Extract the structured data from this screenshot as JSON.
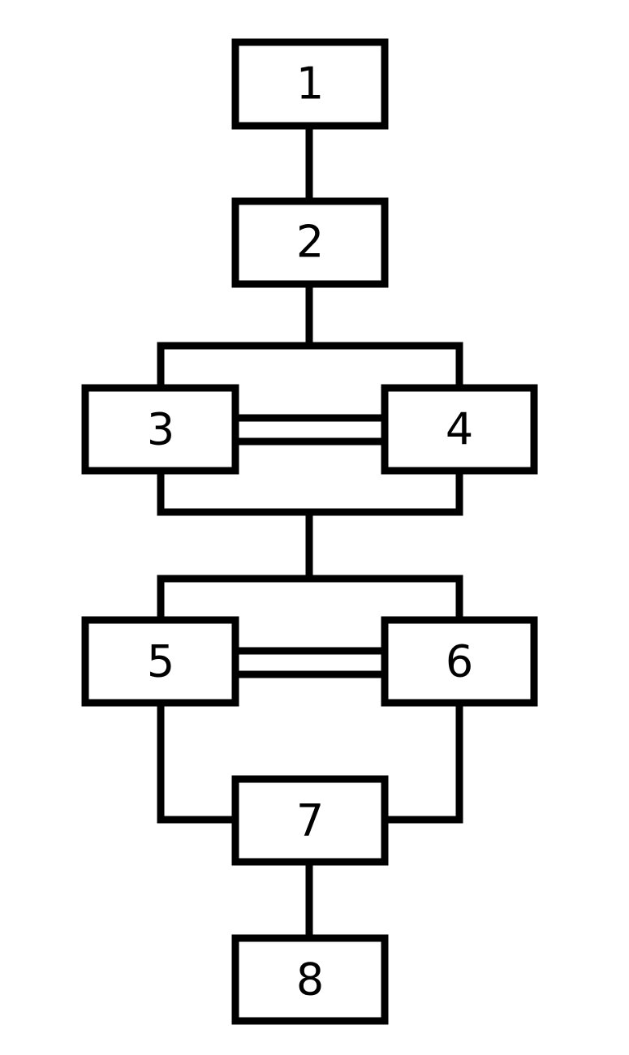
{
  "colors": {
    "stroke": "#000000",
    "background": "#ffffff"
  },
  "blocks": [
    {
      "label": "1"
    },
    {
      "label": "2"
    },
    {
      "label": "3"
    },
    {
      "label": "4"
    },
    {
      "label": "5"
    },
    {
      "label": "6"
    },
    {
      "label": "7"
    },
    {
      "label": "8"
    }
  ]
}
